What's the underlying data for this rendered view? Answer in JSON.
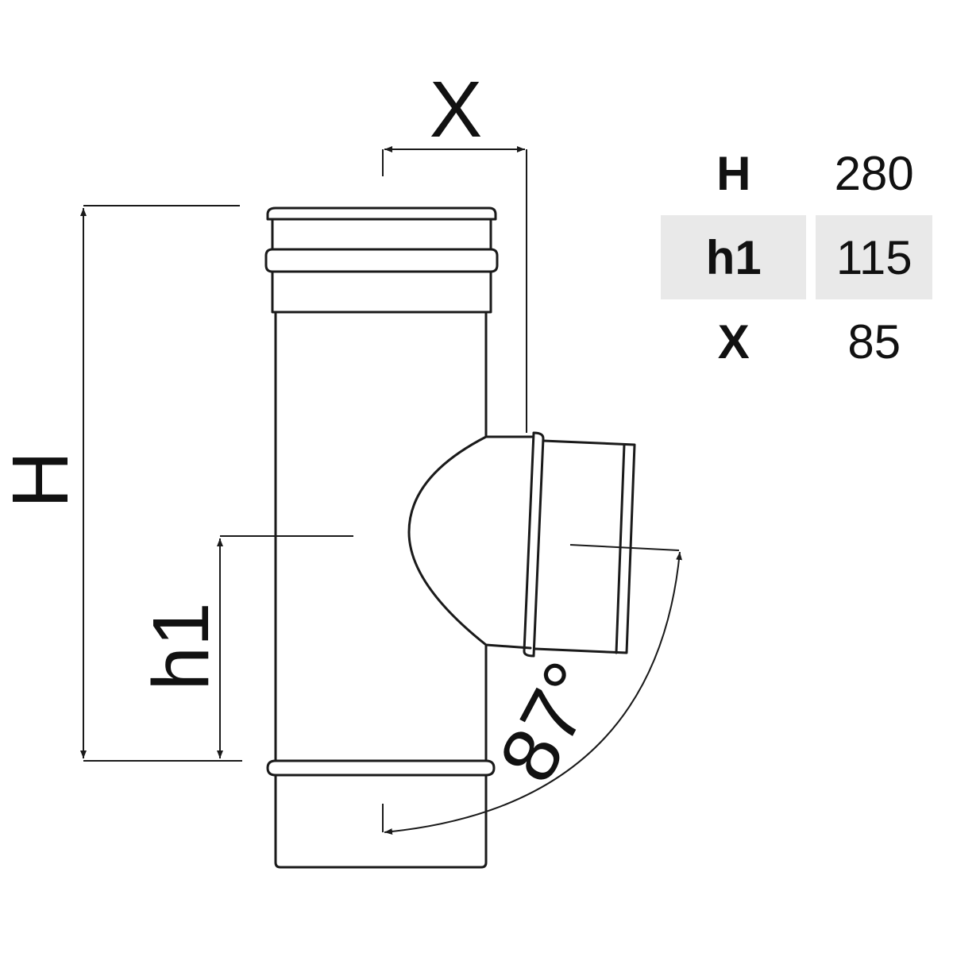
{
  "labels": {
    "height_symbol": "H",
    "inlet_height_symbol": "h1",
    "offset_symbol": "X",
    "angle": "87°"
  },
  "dimensions": [
    {
      "key": "H",
      "value": "280",
      "shaded": false
    },
    {
      "key": "h1",
      "value": "115",
      "shaded": true
    },
    {
      "key": "X",
      "value": "85",
      "shaded": false
    }
  ],
  "colors": {
    "line": "#1a1a1a",
    "row_shade": "#e9e9e9"
  }
}
